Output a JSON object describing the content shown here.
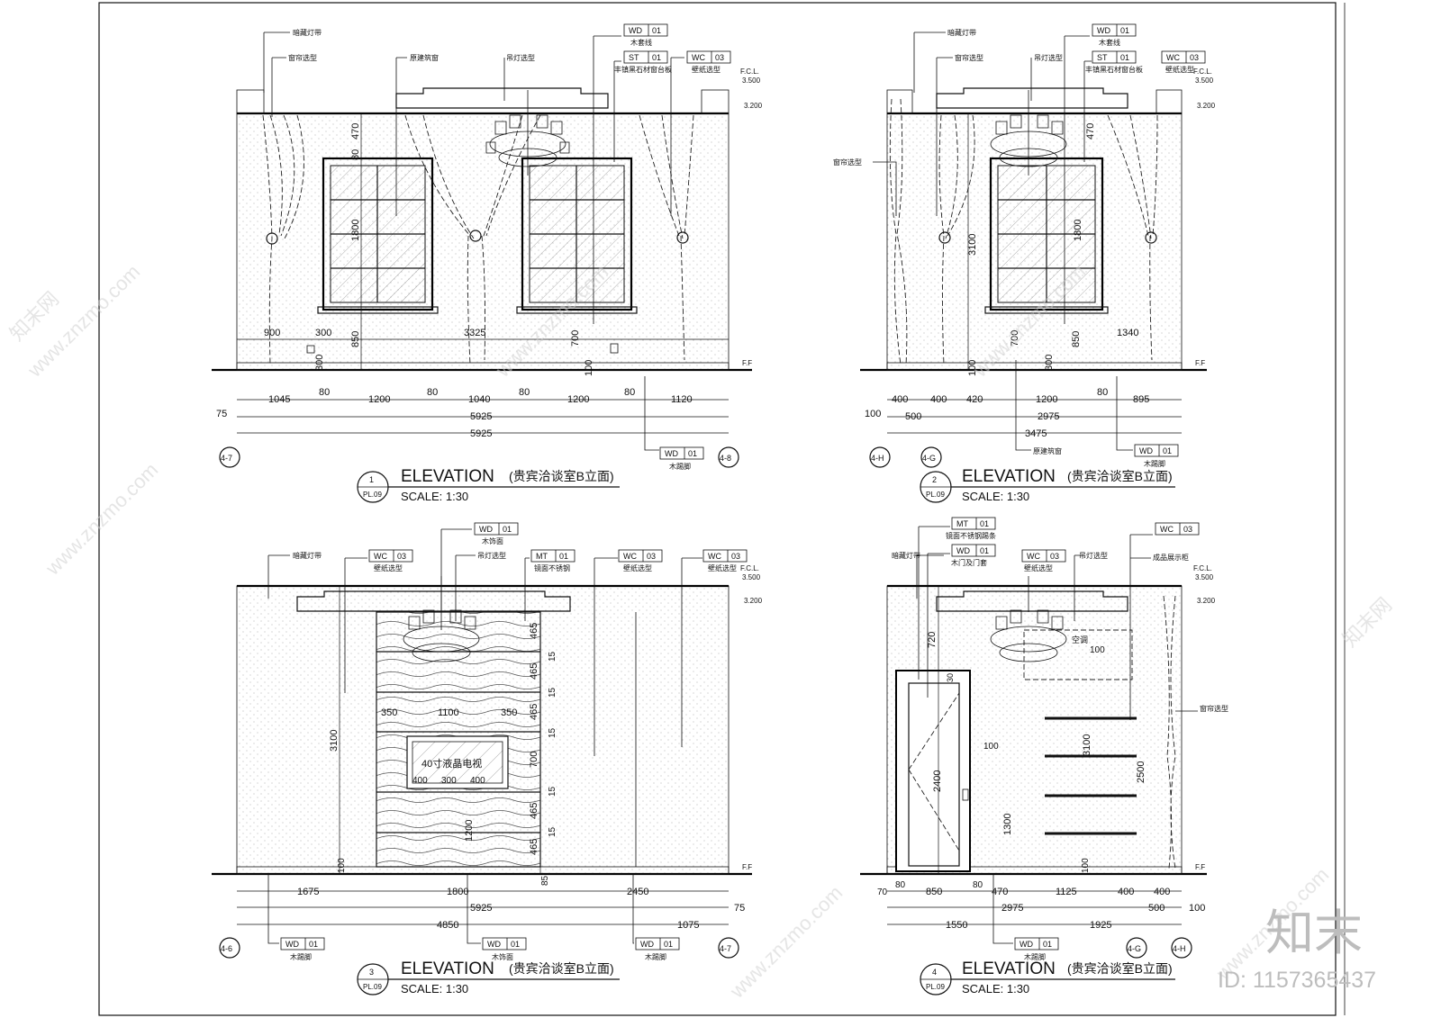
{
  "views": [
    {
      "num": "1",
      "sheet": "PL.09",
      "title_en": "ELEVATION",
      "title_cn": "(贵宾洽谈室B立面)",
      "scale": "SCALE: 1:30",
      "grid_left": "4-7",
      "grid_right": "4-8",
      "tags": [
        {
          "code": "WD",
          "no": "01",
          "label": "木套线"
        },
        {
          "code": "ST",
          "no": "01",
          "label": "丰镇黑石材窗台板"
        },
        {
          "code": "WC",
          "no": "03",
          "label": "壁纸选型"
        },
        {
          "code": "WD",
          "no": "01",
          "label": "木踢脚"
        }
      ],
      "notes": [
        "暗藏灯带",
        "窗帘选型",
        "原建筑窗",
        "吊灯选型"
      ],
      "level_labels": [
        "F.C.L.",
        "3.500",
        "3.200",
        "F.F"
      ],
      "vdims": [
        "470",
        "80",
        "1800",
        "850",
        "300",
        "700",
        "100"
      ],
      "hdims_inner": [
        "900",
        "300",
        "3325"
      ],
      "hdims_row1": [
        "1045",
        "80",
        "1200",
        "80",
        "1040",
        "80",
        "1200",
        "80",
        "1120"
      ],
      "hdims_row2": [
        "5925"
      ],
      "hdims_row3": [
        "5925"
      ],
      "left_dim": "75"
    },
    {
      "num": "2",
      "sheet": "PL.09",
      "title_en": "ELEVATION",
      "title_cn": "(贵宾洽谈室B立面)",
      "scale": "SCALE: 1:30",
      "grid_left": "4-H",
      "grid_mid": "4-G",
      "tags": [
        {
          "code": "WD",
          "no": "01",
          "label": "木套线"
        },
        {
          "code": "ST",
          "no": "01",
          "label": "丰镇黑石材窗台板"
        },
        {
          "code": "WC",
          "no": "03",
          "label": "壁纸选型"
        },
        {
          "code": "WD",
          "no": "01",
          "label": "木踢脚"
        }
      ],
      "notes": [
        "暗藏灯带",
        "窗帘选型",
        "吊灯选型",
        "窗帘选型",
        "原建筑窗"
      ],
      "level_labels": [
        "F.C.L.",
        "3.500",
        "3.200",
        "F.F"
      ],
      "vdims": [
        "3100",
        "470",
        "1800",
        "700",
        "850",
        "300",
        "100"
      ],
      "hdims_inner": [
        "1340"
      ],
      "hdims_row1": [
        "400",
        "400",
        "420",
        "1200",
        "80",
        "895"
      ],
      "hdims_row2": [
        "500",
        "2975"
      ],
      "hdims_row3": [
        "3475"
      ],
      "left_dim": "100"
    },
    {
      "num": "3",
      "sheet": "PL.09",
      "title_en": "ELEVATION",
      "title_cn": "(贵宾洽谈室B立面)",
      "scale": "SCALE: 1:30",
      "grid_left": "4-6",
      "grid_right": "4-7",
      "tags": [
        {
          "code": "WD",
          "no": "01",
          "label": "木饰面"
        },
        {
          "code": "WC",
          "no": "03",
          "label": "壁纸选型"
        },
        {
          "code": "MT",
          "no": "01",
          "label": "镜面不锈钢"
        },
        {
          "code": "WC",
          "no": "03",
          "label": "壁纸选型"
        },
        {
          "code": "WC",
          "no": "03",
          "label": "壁纸选型"
        },
        {
          "code": "WD",
          "no": "01",
          "label": "木踢脚"
        },
        {
          "code": "WD",
          "no": "01",
          "label": "木饰面"
        },
        {
          "code": "WD",
          "no": "01",
          "label": "木踢脚"
        }
      ],
      "notes": [
        "暗藏灯带",
        "吊灯选型"
      ],
      "tv_label": "40寸液晶电视",
      "level_labels": [
        "F.C.L.",
        "3.500",
        "3.200",
        "F.F"
      ],
      "vdims": [
        "3100",
        "465",
        "15",
        "465",
        "15",
        "465",
        "15",
        "700",
        "15",
        "465",
        "15",
        "465",
        "1200",
        "100"
      ],
      "hdims_inner": [
        "350",
        "1100",
        "350",
        "400",
        "300",
        "400"
      ],
      "hdims_row1": [
        "1675",
        "1800",
        "85",
        "2450"
      ],
      "hdims_row2": [
        "5925"
      ],
      "hdims_row3": [
        "4850",
        "1075"
      ],
      "right_dim": "75"
    },
    {
      "num": "4",
      "sheet": "PL.09",
      "title_en": "ELEVATION",
      "title_cn": "(贵宾洽谈室B立面)",
      "scale": "SCALE: 1:30",
      "grid_right1": "4-G",
      "grid_right2": "4-H",
      "tags": [
        {
          "code": "MT",
          "no": "01",
          "label": "镜面不锈钢踢条"
        },
        {
          "code": "WD",
          "no": "01",
          "label": "木门及门套"
        },
        {
          "code": "WC",
          "no": "03",
          "label": "壁纸选型"
        },
        {
          "code": "WC",
          "no": "03",
          "label": "成品展示柜"
        },
        {
          "code": "WD",
          "no": "01",
          "label": "木踢脚"
        }
      ],
      "notes": [
        "暗藏灯带",
        "吊灯选型",
        "空调",
        "窗帘选型"
      ],
      "level_labels": [
        "F.C.L.",
        "3.500",
        "3.200",
        "F.F"
      ],
      "vdims": [
        "720",
        "30",
        "2400",
        "100",
        "1300",
        "3100",
        "2500",
        "100",
        "100"
      ],
      "hdims_row1": [
        "70",
        "80",
        "850",
        "80",
        "470",
        "1125",
        "400",
        "400"
      ],
      "hdims_row2": [
        "2975",
        "500"
      ],
      "hdims_row3": [
        "1550",
        "1925"
      ],
      "right_dim": "100"
    }
  ],
  "watermark": {
    "site": "www.znzmo.com",
    "brand": "知末网",
    "logo": "知末",
    "id": "ID: 1157365437"
  }
}
